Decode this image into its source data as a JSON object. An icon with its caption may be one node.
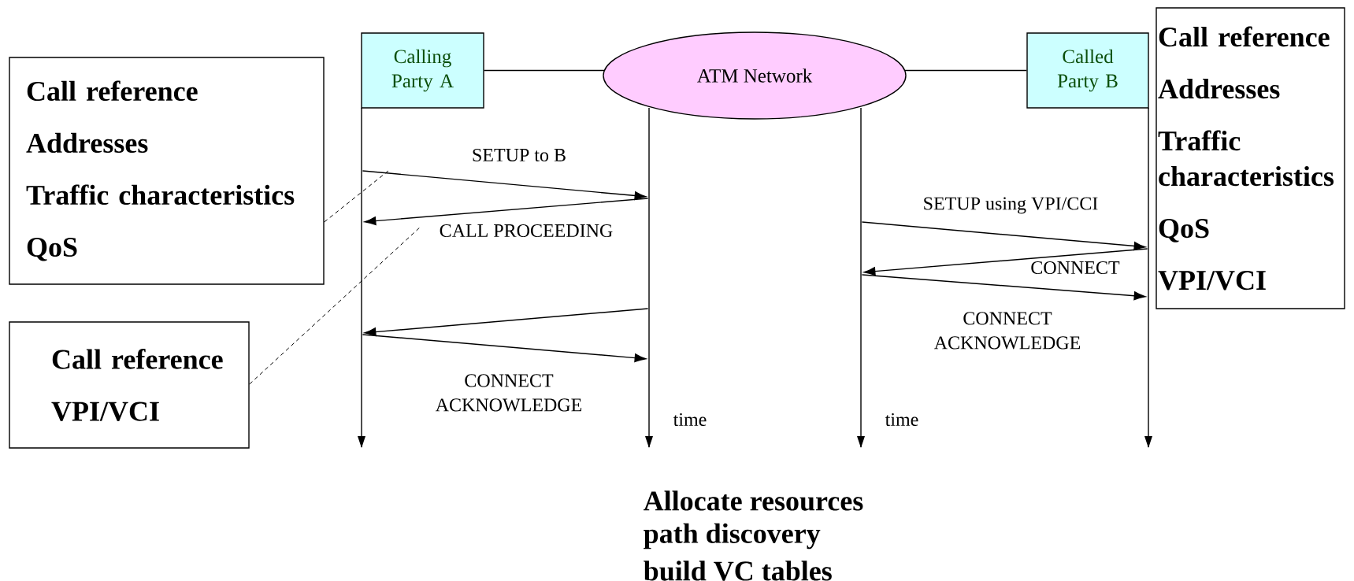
{
  "diagram": {
    "nodes": [
      {
        "text": [
          "Calling Party A"
        ]
      },
      {
        "text": [
          "ATM Network"
        ]
      },
      {
        "text": [
          "Called Party B"
        ]
      },
      {
        "text": [
          "Call reference",
          "Addresses",
          "Traffic characteristics",
          "QoS"
        ]
      },
      {
        "text": [
          "Call reference",
          "VPI/VCI"
        ]
      },
      {
        "text": [
          "Call reference",
          "Addresses",
          "Traffic characteristics",
          "QoS",
          "VPI/VCI"
        ]
      },
      {
        "text": [],
        "shape": "line"
      },
      {
        "text": [],
        "shape": "line"
      },
      {
        "text": [],
        "shape": "line"
      },
      {
        "text": [],
        "shape": "line"
      }
    ],
    "edges": [
      {
        "from": 0,
        "to": 1,
        "arrow": "none"
      },
      {
        "from": 1,
        "to": 2,
        "arrow": "none"
      },
      {
        "from": 6,
        "to": 7,
        "arrow": "to",
        "label": "SETUP to B"
      },
      {
        "from": 7,
        "to": 6,
        "arrow": "to",
        "label": "CALL PROCEEDING"
      },
      {
        "from": 7,
        "to": 6,
        "arrow": "to"
      },
      {
        "from": 6,
        "to": 7,
        "arrow": "to",
        "label": "CONNECT ACKNOWLEDGE"
      },
      {
        "from": 8,
        "to": 9,
        "arrow": "to",
        "label": "SETUP using VPI/CCI"
      },
      {
        "from": 9,
        "to": 8,
        "arrow": "to",
        "label": "CONNECT"
      },
      {
        "from": 8,
        "to": 9,
        "arrow": "to",
        "label": "CONNECT ACKNOWLEDGE"
      },
      {
        "from": 3,
        "to": null,
        "arrow": "none",
        "style": "dashed"
      },
      {
        "from": 4,
        "to": null,
        "arrow": "none",
        "style": "dashed"
      }
    ],
    "labels": [
      "time",
      "time",
      "Allocate resources",
      "path discovery",
      "build VC tables"
    ]
  }
}
